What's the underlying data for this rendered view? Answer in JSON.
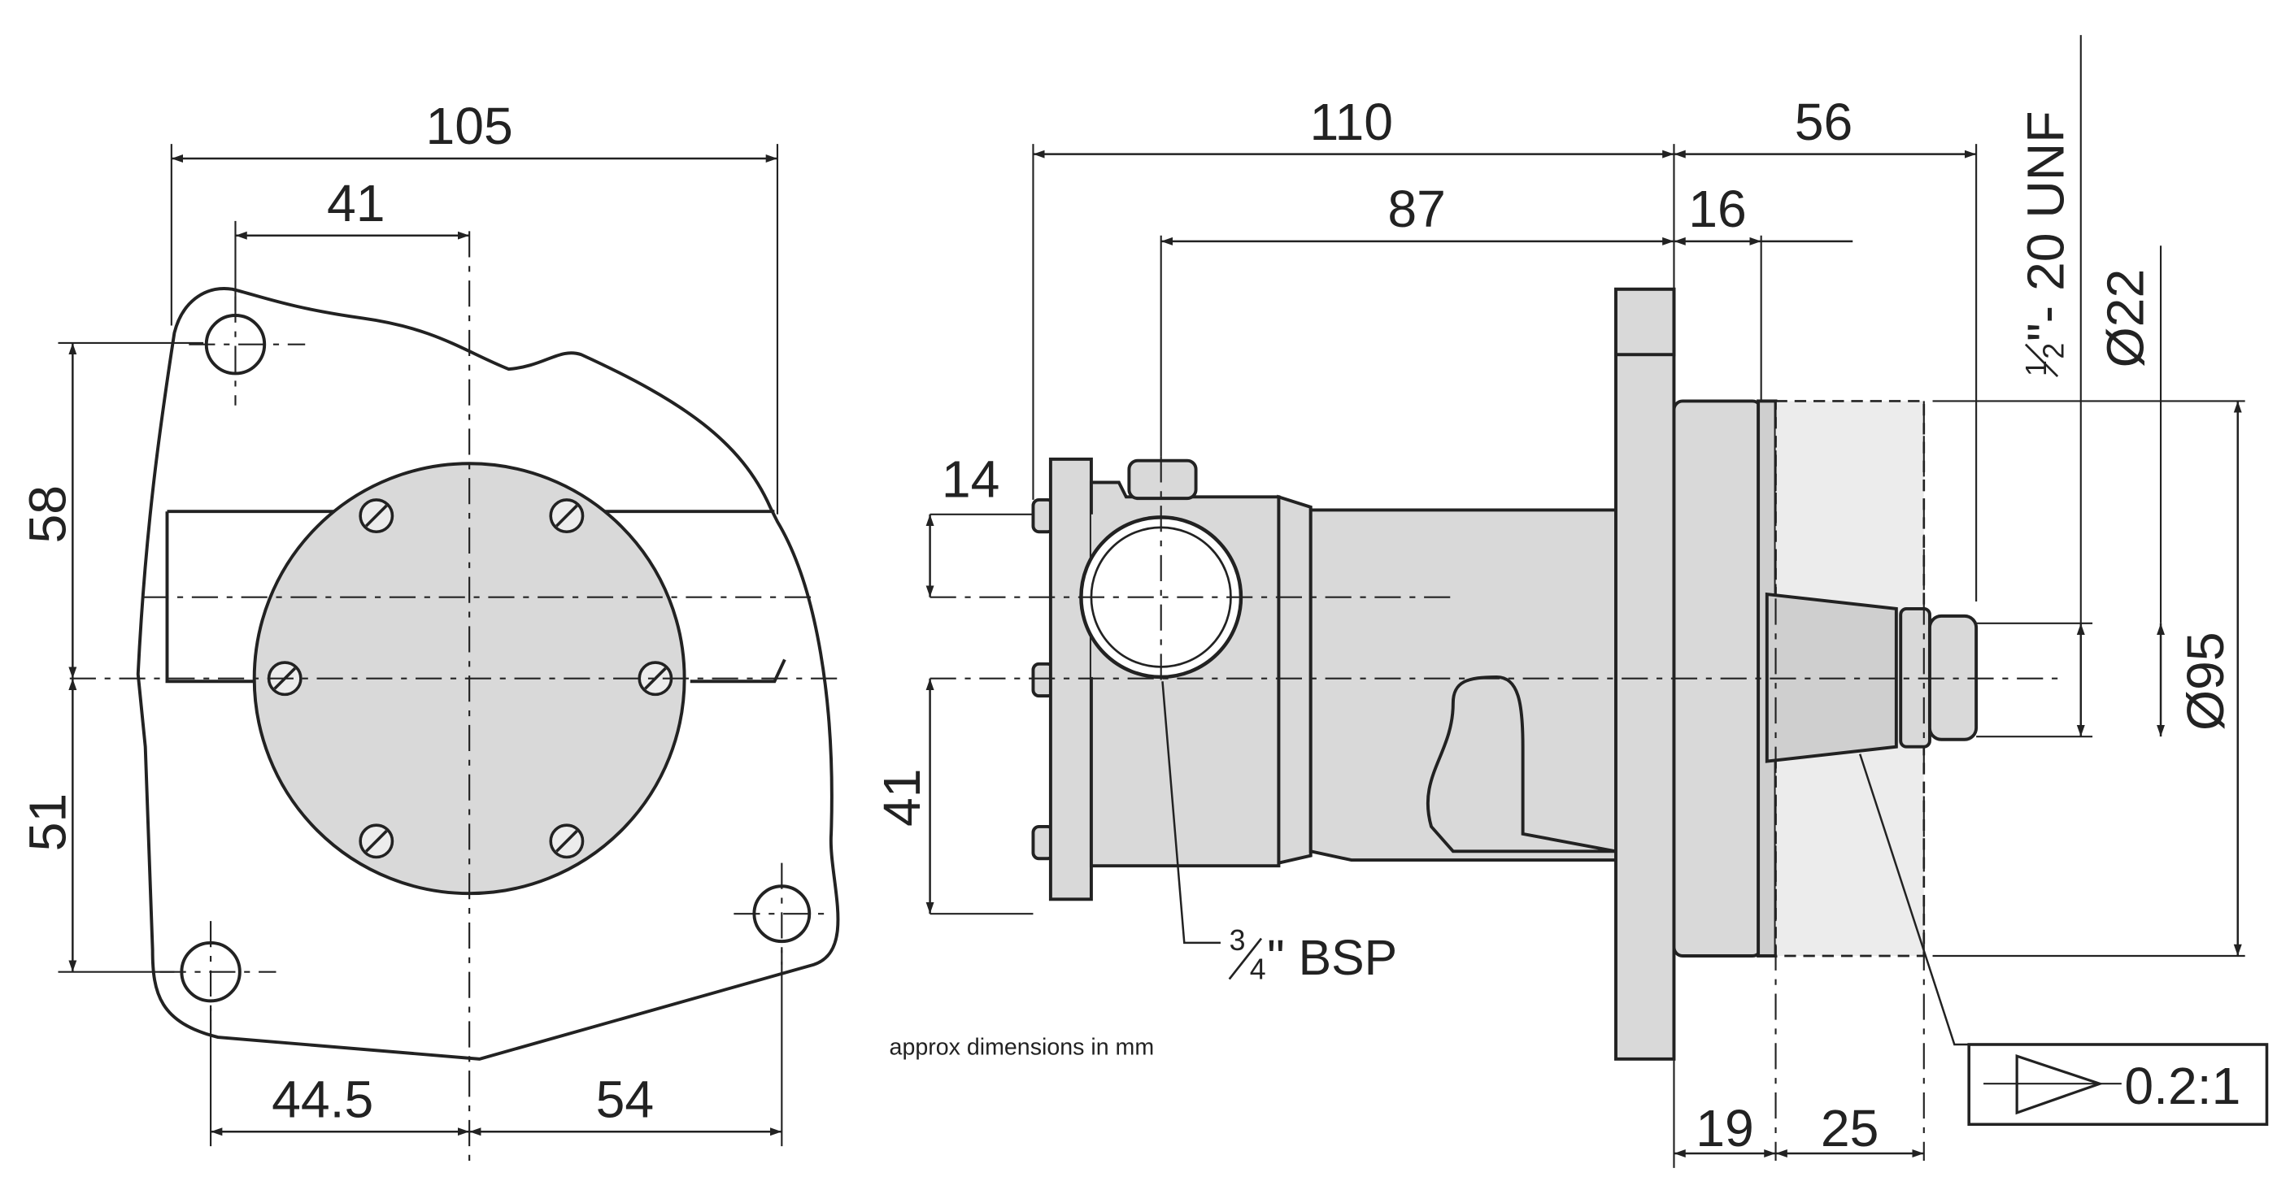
{
  "colors": {
    "line": "#222222",
    "fill": "#d9d9d9",
    "paper": "#ffffff"
  },
  "labels": {
    "d105": "105",
    "d41_top": "41",
    "d58": "58",
    "d51": "51",
    "d44_5": "44.5",
    "d54": "54",
    "d110": "110",
    "d87": "87",
    "d56": "56",
    "d16": "16",
    "d14": "14",
    "d41_side": "41",
    "d19": "19",
    "d25": "25",
    "thread_prefix": "\"- 20 UNF",
    "thread_num": "1",
    "thread_den": "2",
    "dia22": "Ø22",
    "dia95": "Ø95",
    "bsp_num": "3",
    "bsp_den": "4",
    "bsp_suffix": "\" BSP",
    "taper": "0.2:1",
    "note": "approx dimensions in mm"
  }
}
